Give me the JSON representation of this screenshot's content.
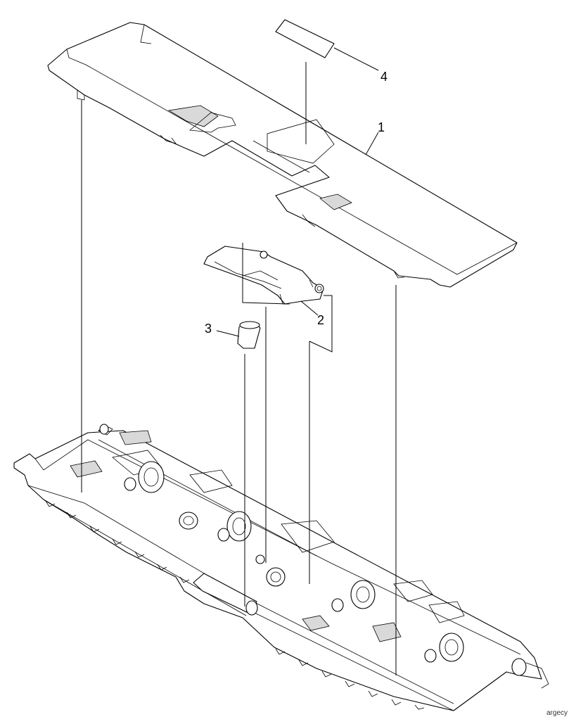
{
  "callouts": [
    {
      "id": "1",
      "label": "1"
    },
    {
      "id": "2",
      "label": "2"
    },
    {
      "id": "3",
      "label": "3"
    },
    {
      "id": "4",
      "label": "4"
    }
  ],
  "watermark": "argecy"
}
